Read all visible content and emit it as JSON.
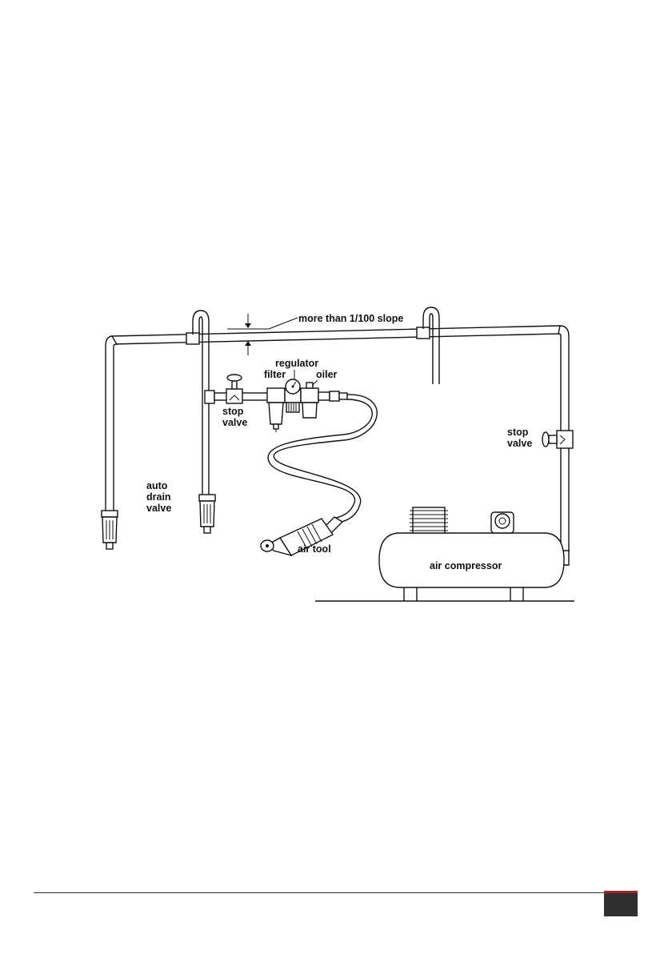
{
  "labels": {
    "slope": "more than 1/100 slope",
    "regulator": "regulator",
    "filter": "filter",
    "oiler": "oiler",
    "stop_valve_left_1": "stop",
    "stop_valve_left_2": "valve",
    "stop_valve_right_1": "stop",
    "stop_valve_right_2": "valve",
    "auto_drain_1": "auto",
    "auto_drain_2": "drain",
    "auto_drain_3": "valve",
    "air_tool": "air tool",
    "air_compressor": "air compressor"
  },
  "colors": {
    "line": "#111111",
    "footer_tab": "#2f2f2f",
    "footer_accent": "#a8232b"
  }
}
